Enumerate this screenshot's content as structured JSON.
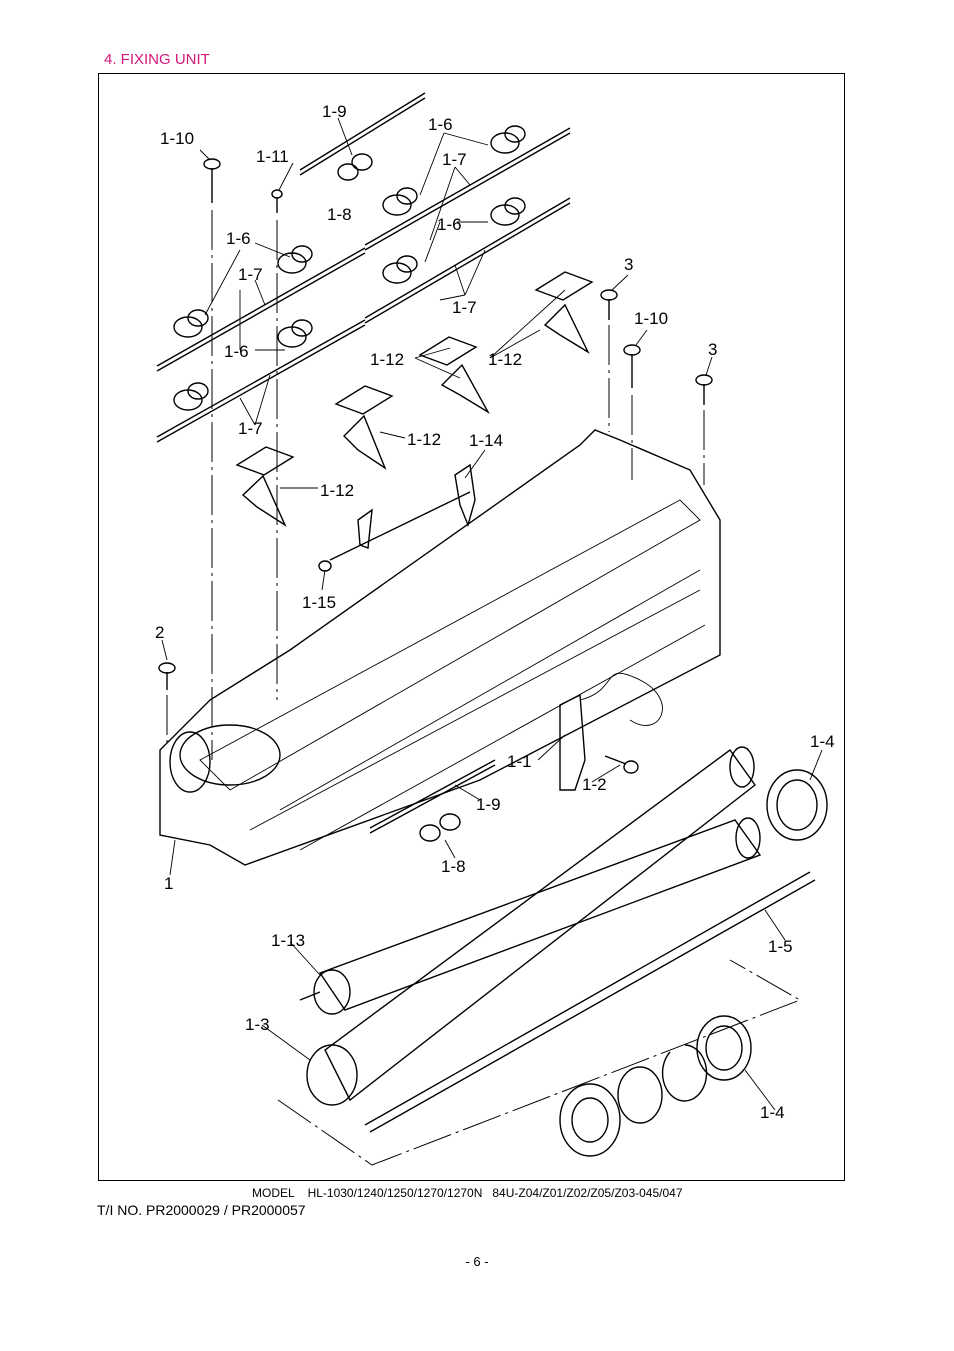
{
  "header": {
    "section_title": "4. FIXING UNIT"
  },
  "callouts": [
    {
      "label": "1-9"
    },
    {
      "label": "1-10"
    },
    {
      "label": "1-11"
    },
    {
      "label": "1-6"
    },
    {
      "label": "1-7"
    },
    {
      "label": "1-8"
    },
    {
      "label": "1-6"
    },
    {
      "label": "1-6"
    },
    {
      "label": "1-7"
    },
    {
      "label": "1-7"
    },
    {
      "label": "3"
    },
    {
      "label": "1-10"
    },
    {
      "label": "3"
    },
    {
      "label": "1-6"
    },
    {
      "label": "1-12"
    },
    {
      "label": "1-12"
    },
    {
      "label": "1-7"
    },
    {
      "label": "1-12"
    },
    {
      "label": "1-14"
    },
    {
      "label": "1-12"
    },
    {
      "label": "1-15"
    },
    {
      "label": "2"
    },
    {
      "label": "1-4"
    },
    {
      "label": "1-1"
    },
    {
      "label": "1-2"
    },
    {
      "label": "1-9"
    },
    {
      "label": "1-8"
    },
    {
      "label": "1"
    },
    {
      "label": "1-13"
    },
    {
      "label": "1-5"
    },
    {
      "label": "1-3"
    },
    {
      "label": "1-4"
    }
  ],
  "footer": {
    "model": "MODEL    HL-1030/1240/1250/1270/1270N   84U-Z04/Z01/Z02/Z05/Z03-045/047",
    "ti_no": "T/I NO. PR2000029 / PR2000057",
    "page": "- 6 -"
  }
}
